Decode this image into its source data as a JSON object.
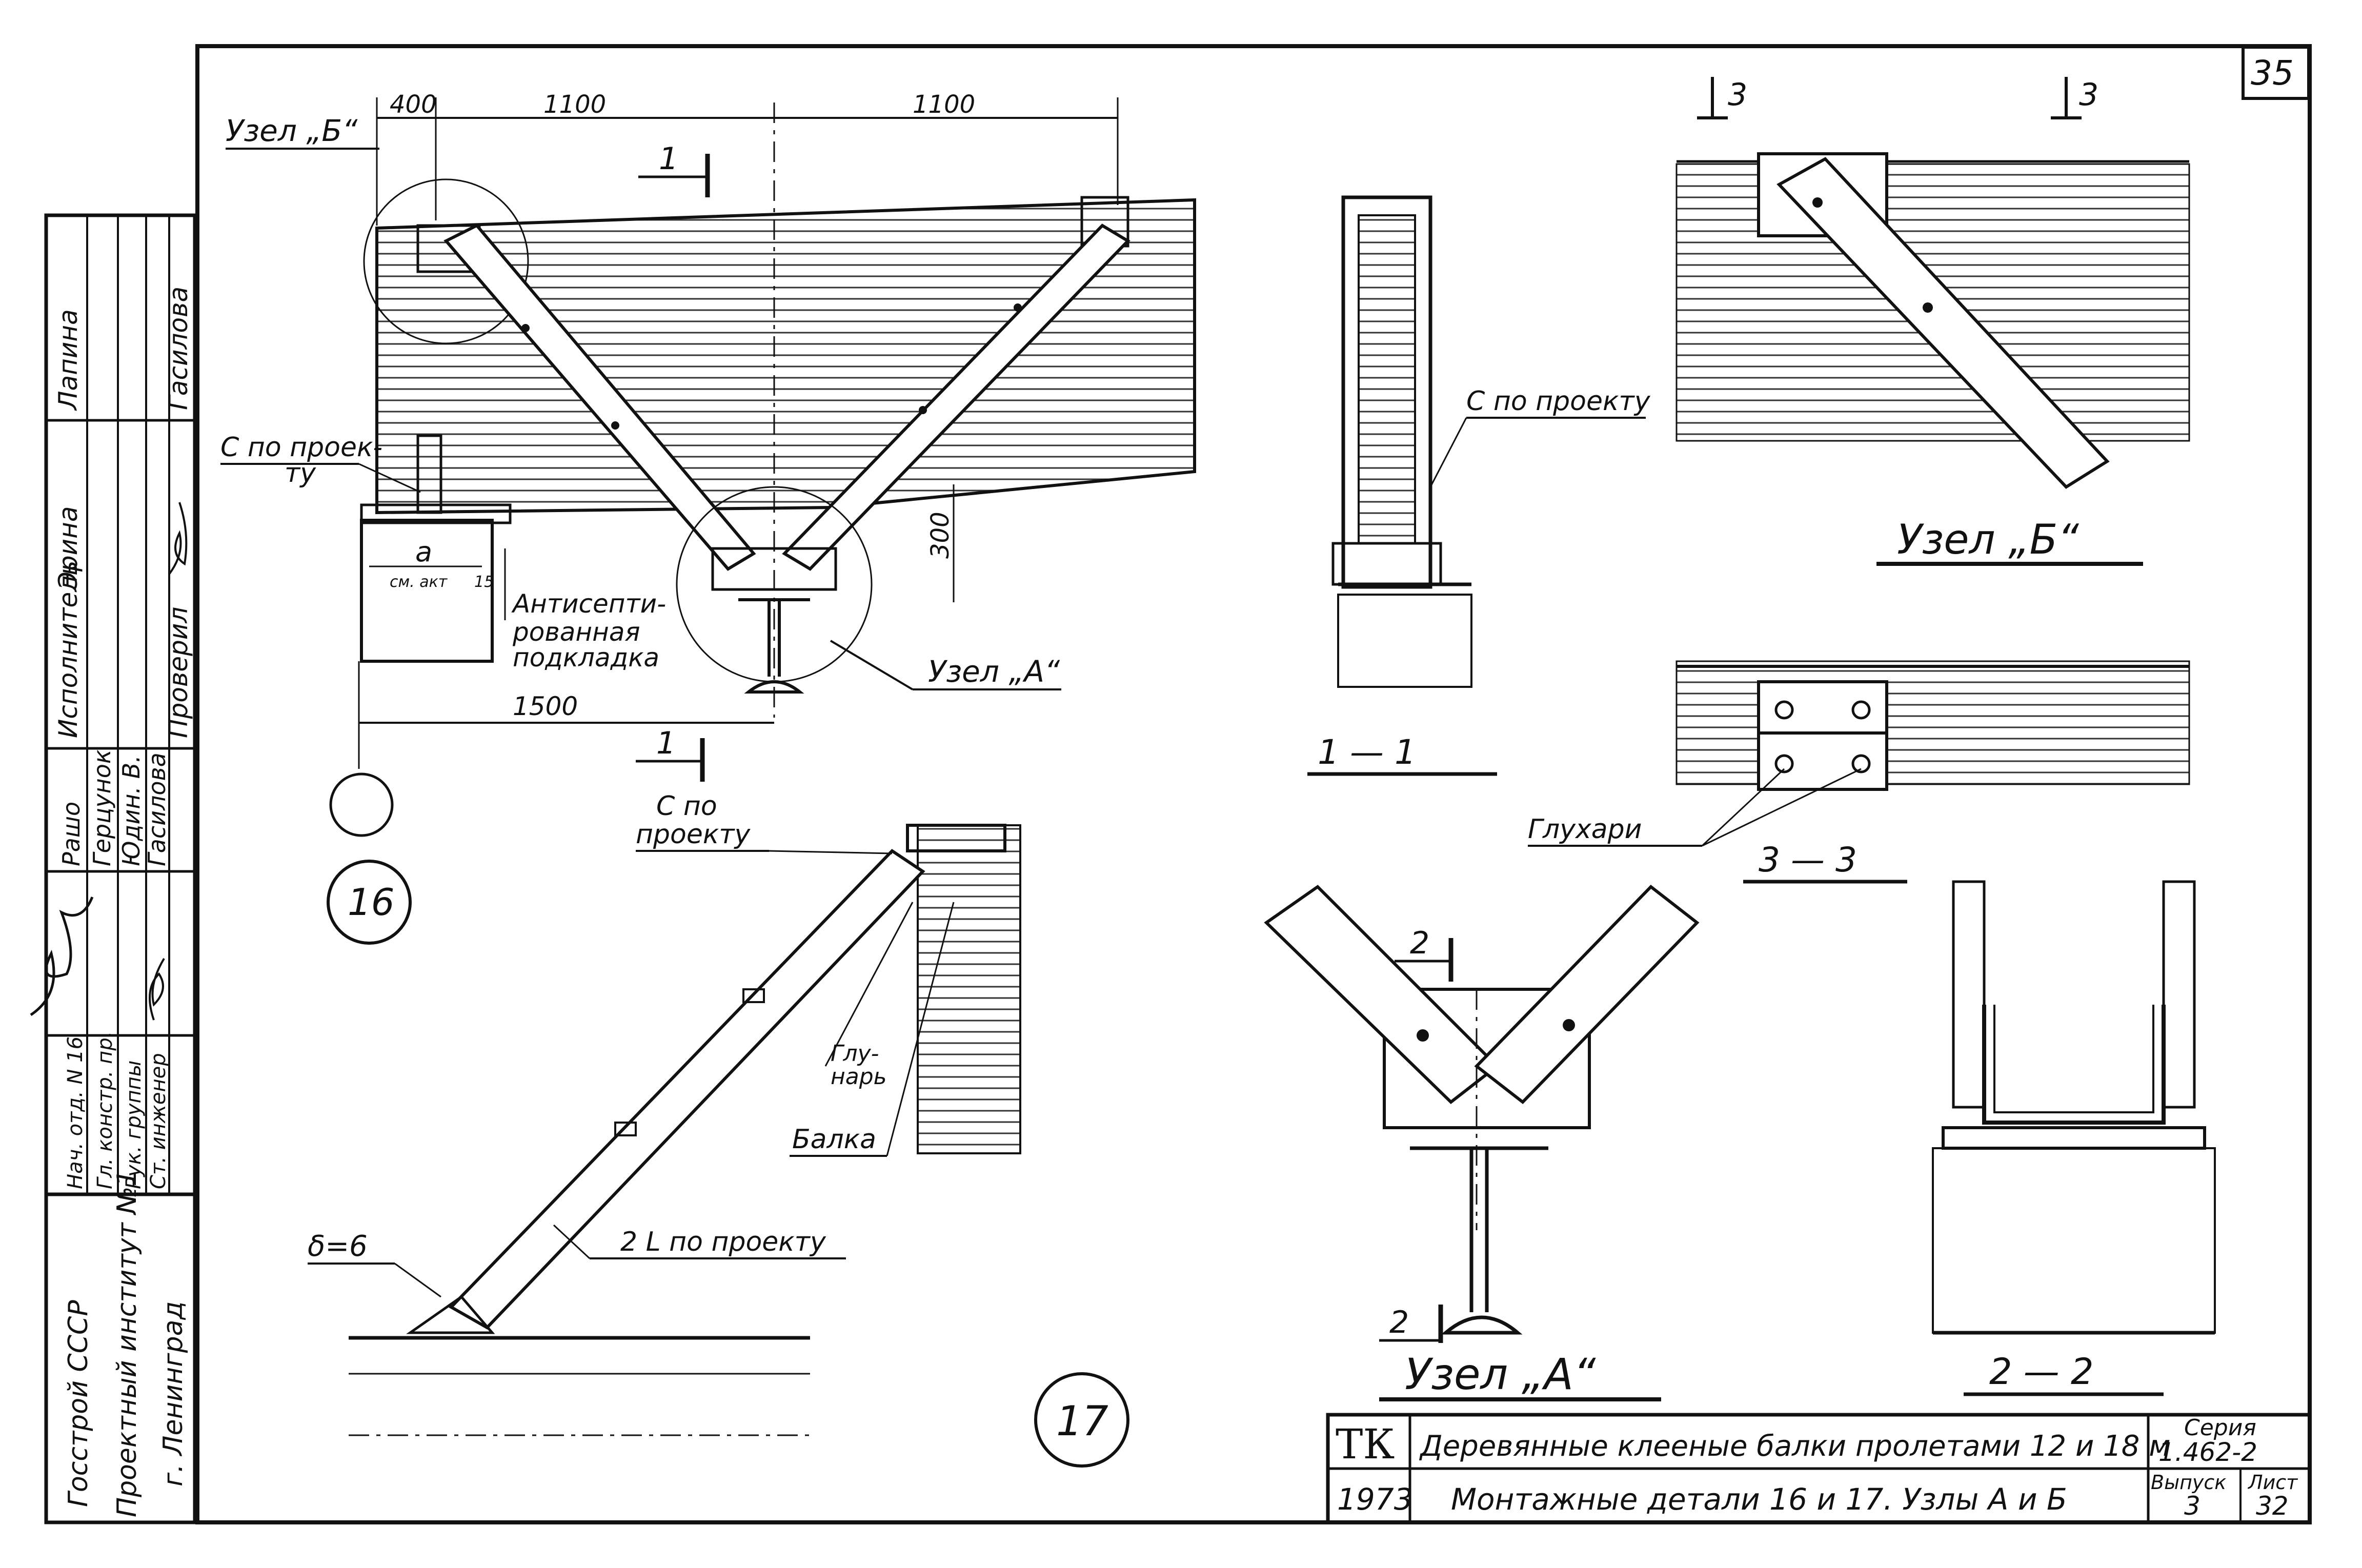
{
  "sheet": {
    "page_number": "35",
    "stamp_left": {
      "org_1": "Госстрой СССР",
      "org_2": "Проектный институт №1",
      "org_3": "г. Ленинград",
      "roles": [
        "Нач. отд. N 16",
        "Гл. констр. пр.",
        "Рук. группы",
        "Ст. инженер"
      ],
      "names": [
        "Рашо",
        "Герцунок",
        "Юдин. В.",
        "Гасилова"
      ],
      "executor_label": "Исполнитель",
      "checked_label": "Проверил",
      "executor": "Лапина",
      "executor_2": "Эрина",
      "checker": "Гасилова"
    }
  },
  "det16": {
    "circle_number": "16",
    "dims": {
      "d400": "400",
      "d1100a": "1100",
      "d1100b": "1100",
      "d1500": "1500",
      "d300": "300",
      "d15": "15"
    },
    "node_b": "Узел „Б“",
    "node_a": "Узел „А“",
    "section_mark": "1",
    "c_project": "С по проек-",
    "c_project_2": "ту",
    "a_label": "a",
    "see_act": "см. акт",
    "antiseptic_1": "Антисепти-",
    "antiseptic_2": "рованная",
    "antiseptic_3": "подкладка"
  },
  "section11": {
    "title": "1 — 1",
    "c_project": "С по проекту"
  },
  "nodeB": {
    "title": "Узел „Б“",
    "section_mark": "3"
  },
  "section33": {
    "title": "3 — 3",
    "gluhari": "Глухари"
  },
  "det17": {
    "circle_number": "17",
    "c_project_1": "С по",
    "c_project_2": "проекту",
    "gluhar_1": "Глу-",
    "gluhar_2": "нарь",
    "beam": "Балка",
    "delta": "δ=6",
    "angles": "2 L по проекту"
  },
  "nodeA": {
    "title": "Узел „А“",
    "section_mark": "2"
  },
  "section22": {
    "title": "2 — 2"
  },
  "title_block": {
    "tk": "ТК",
    "year": "1973",
    "line1": "Деревянные клееные балки пролетами 12 и 18 м",
    "line2": "Монтажные детали 16 и 17.  Узлы А и Б",
    "series_label": "Серия",
    "series_value": "1.462-2",
    "issue_label": "Выпуск",
    "issue_value": "3",
    "sheet_label": "Лист",
    "sheet_value": "32"
  }
}
